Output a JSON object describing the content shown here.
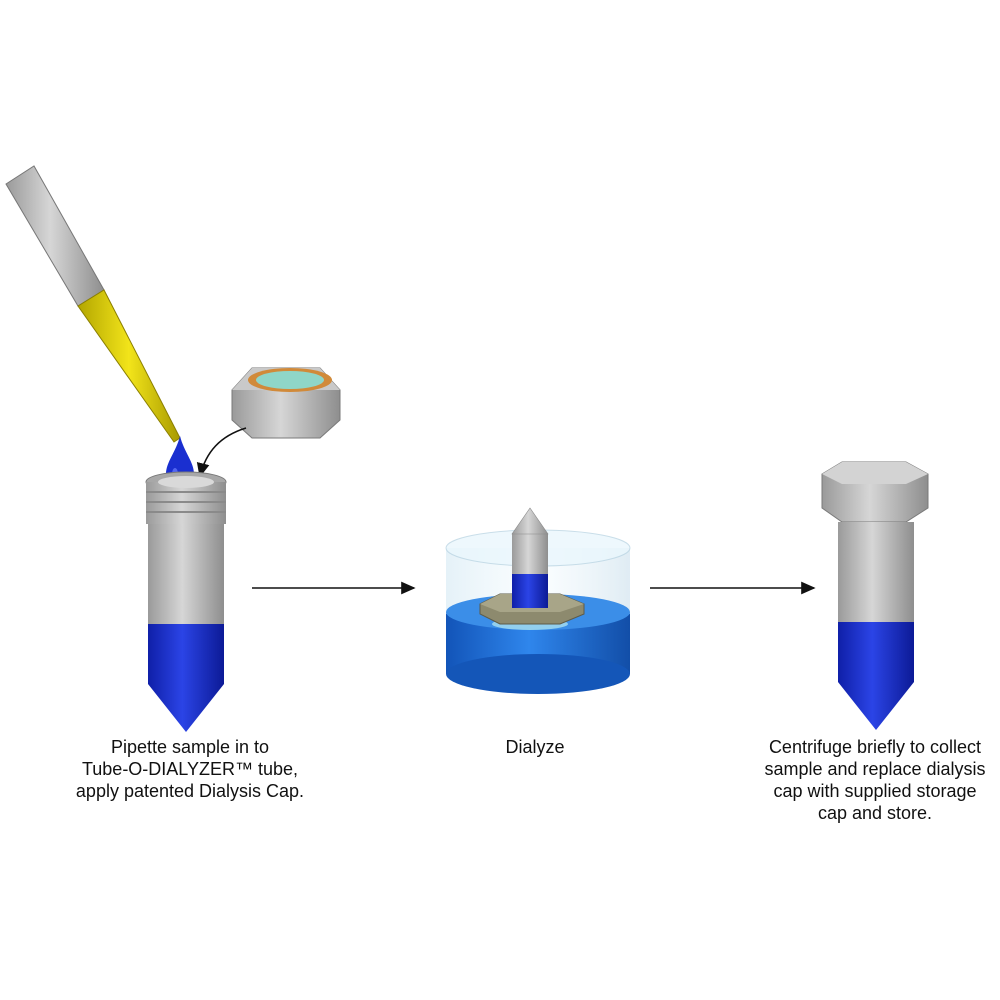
{
  "steps": [
    {
      "id": "pipette",
      "caption_lines": [
        "Pipette sample in to",
        "Tube-O-DIALYZER™ tube,",
        "apply patented Dialysis Cap."
      ]
    },
    {
      "id": "dialyze",
      "caption_lines": [
        "Dialyze"
      ]
    },
    {
      "id": "centrifuge",
      "caption_lines": [
        "Centrifuge briefly to collect",
        "sample and replace dialysis",
        "cap with supplied storage",
        "cap and store."
      ]
    }
  ],
  "colors": {
    "tube_gray": "#b8b8b8",
    "sample_blue": "#1a2fd0",
    "pipette_tip_yellow": "#e3d400",
    "bath_blue": "#1f6fd6",
    "membrane_teal": "#8fd6c8",
    "cap_ring_orange": "#d18a3a",
    "float_olive": "#8d8a6e"
  },
  "icons": [
    "pipette-icon",
    "droplet-icon",
    "dialysis-cap-icon",
    "tube-icon",
    "arrow-right-icon",
    "dialysis-bath-icon",
    "storage-cap-icon"
  ]
}
